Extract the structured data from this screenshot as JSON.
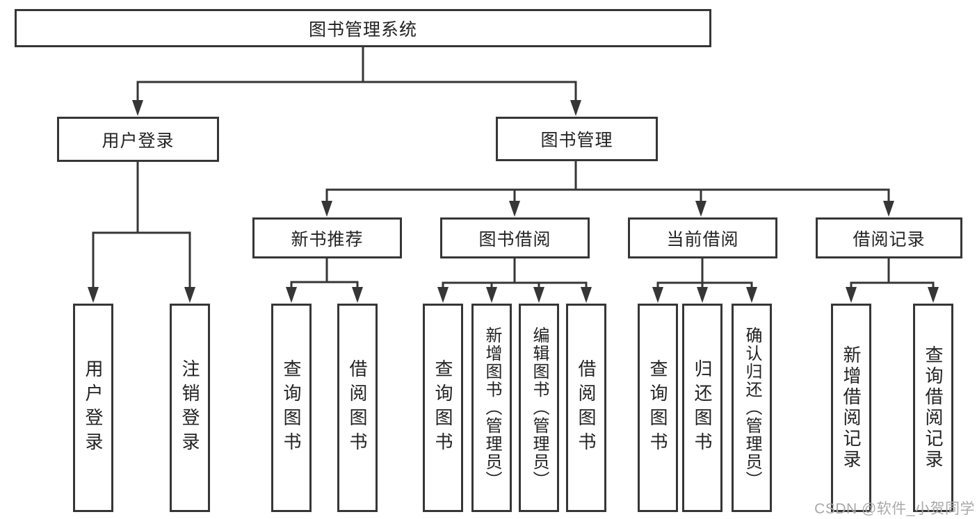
{
  "diagram_title": "图书管理系统",
  "nodes": {
    "root": "图书管理系统",
    "user_login": "用户登录",
    "book_mgmt": "图书管理",
    "new_book_recommend": "新书推荐",
    "book_borrow": "图书借阅",
    "current_borrow": "当前借阅",
    "borrow_record": "借阅记录",
    "leaf_user_login": "用户登录",
    "leaf_logout": "注销登录",
    "leaf_nb_query_books": "查询图书",
    "leaf_nb_borrow_books": "借阅图书",
    "leaf_bb_query_books": "查询图书",
    "leaf_bb_add_books": "新增图书（管理员）",
    "leaf_bb_edit_books": "编辑图书（管理员）",
    "leaf_bb_borrow_books": "借阅图书",
    "leaf_cb_query_books": "查询图书",
    "leaf_cb_return_books": "归还图书",
    "leaf_cb_confirm_return": "确认归还（管理员）",
    "leaf_br_add_record": "新增借阅记录",
    "leaf_br_query_record": "查询借阅记录"
  },
  "watermark": "CSDN @软件_小贺同学",
  "colors": {
    "line": "#363636",
    "text": "#222222",
    "watermark": "#a9a9a9",
    "background": "#ffffff"
  }
}
